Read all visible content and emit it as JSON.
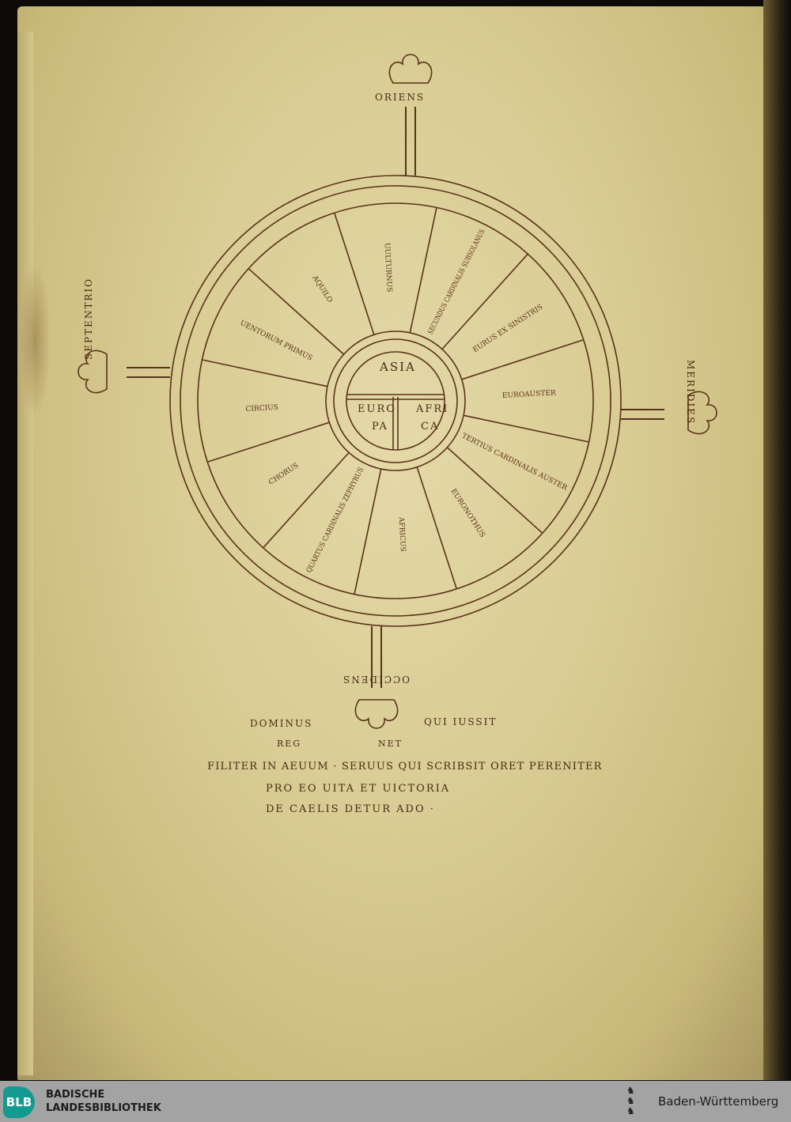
{
  "manuscript": {
    "cardinal": {
      "east": "ORIENS",
      "north": "SEPTENTRIO",
      "south": "MERIDIES",
      "west": "OCCIDENS"
    },
    "continents": {
      "asia": "ASIA",
      "europa_1": "EURO",
      "europa_2": "PA",
      "africa_1": "AFRI",
      "africa_2": "CA"
    },
    "wedge_texts": [
      "SECUNDUS CARDINALIS SUBSOLANUS",
      "EURUS EX SINISTRIS",
      "EUROAUSTER",
      "TERTIUS CARDINALIS AUSTER",
      "EURONOTHUS",
      "AFRICUS",
      "QUARTUS CARDINALIS ZEPHYRUS",
      "CHORUS",
      "CIRCIUS",
      "UENTORUM PRIMUS",
      "AQUILO",
      "UULTURNUS"
    ],
    "colophon": {
      "line1_left": "DOMINUS",
      "line1_right": "QUI IUSSIT",
      "line2_left": "REG",
      "line2_right": "NET",
      "line3": "FILITER IN AEUUM · SERUUS QUI SCRIBSIT ORET PERENITER",
      "line4": "PRO EO UITA ET UICTORIA",
      "line5": "DE CAELIS DETUR ADO ·"
    }
  },
  "footer": {
    "logo_text": "BLB",
    "library_line1": "BADISCHE",
    "library_line2": "LANDESBIBLIOTHEK",
    "state_name": "Baden-Württemberg"
  },
  "colors": {
    "ink": "#4a2a14",
    "parchment": "#dccf97",
    "footer": "#a3a3a3",
    "logo": "#139b91"
  }
}
